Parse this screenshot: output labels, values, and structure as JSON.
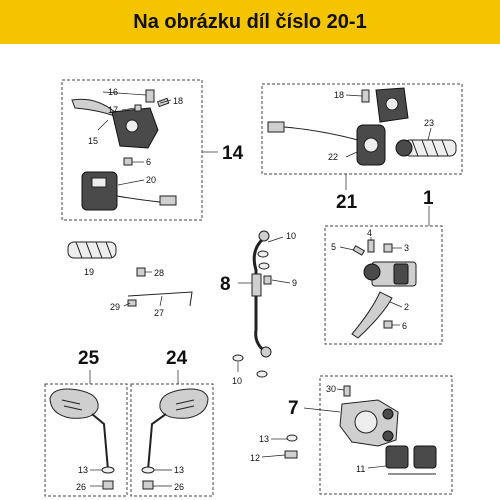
{
  "banner": {
    "title": "Na obrázku díl číslo 20-1"
  },
  "groups": {
    "g14": "14",
    "g21": "21",
    "g1": "1",
    "g8": "8",
    "g25": "25",
    "g24": "24",
    "g7": "7"
  },
  "labels": {
    "p16": "16",
    "p17": "17",
    "p18a": "18",
    "p15": "15",
    "p6a": "6",
    "p20": "20",
    "p18b": "18",
    "p23": "23",
    "p22": "22",
    "p19": "19",
    "p28": "28",
    "p29": "29",
    "p27": "27",
    "p10a": "10",
    "p9": "9",
    "p10b": "10",
    "p5": "5",
    "p4": "4",
    "p3": "3",
    "p2": "2",
    "p6b": "6",
    "p13a": "13",
    "p26a": "26",
    "p13b": "13",
    "p26b": "26",
    "p30": "30",
    "p13c": "13",
    "p12": "12",
    "p11": "11"
  },
  "colors": {
    "banner": "#f5c400"
  }
}
